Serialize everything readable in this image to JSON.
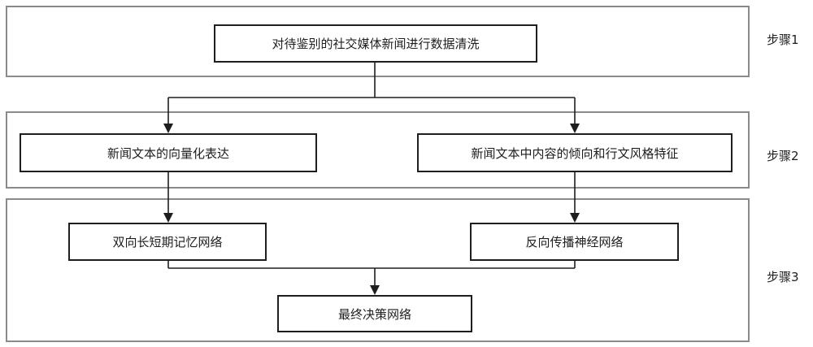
{
  "steps": [
    {
      "label": "步骤1"
    },
    {
      "label": "步骤2"
    },
    {
      "label": "步骤3"
    }
  ],
  "nodes": {
    "data_cleaning": "对待鉴别的社交媒体新闻进行数据清洗",
    "vectorization": "新闻文本的向量化表达",
    "content_style_features": "新闻文本中内容的倾向和行文风格特征",
    "bilstm": "双向长短期记忆网络",
    "backprop_network": "反向传播神经网络",
    "final_decision": "最终决策网络"
  },
  "colors": {
    "stage_border": "#8a8a8a",
    "node_border": "#1e1e1e",
    "text": "#1e1e1e"
  }
}
